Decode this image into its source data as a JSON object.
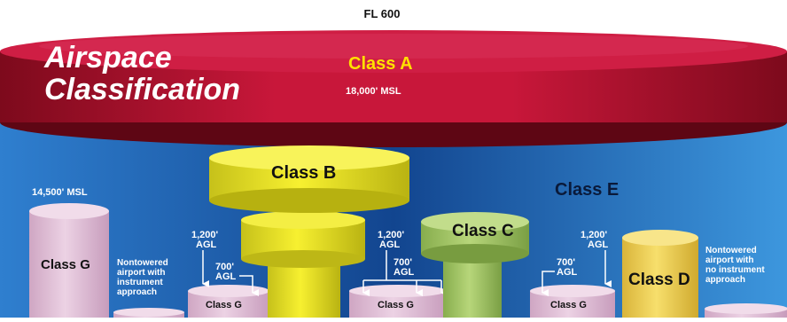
{
  "title": {
    "line1": "Airspace",
    "line2": "Classification"
  },
  "ceiling_label": "FL 600",
  "class_a": {
    "label": "Class A",
    "floor": "18,000' MSL"
  },
  "class_b": {
    "label": "Class B"
  },
  "class_c": {
    "label": "Class C"
  },
  "class_d": {
    "label": "Class D"
  },
  "class_e": {
    "label": "Class E"
  },
  "class_g": {
    "label": "Class G",
    "ceiling": "14,500' MSL"
  },
  "class_g_small": [
    {
      "label": "Class G"
    },
    {
      "label": "Class G"
    },
    {
      "label": "Class G"
    }
  ],
  "notes": {
    "nontowered_instrument": [
      "Nontowered",
      "airport with",
      "instrument",
      "approach"
    ],
    "nontowered_no_instrument": [
      "Nontowered",
      "airport with",
      "no instrument",
      "approach"
    ]
  },
  "agl_labels": [
    {
      "value": "1,200'",
      "unit": "AGL"
    },
    {
      "value": "700'",
      "unit": "AGL"
    },
    {
      "value": "1,200'",
      "unit": "AGL"
    },
    {
      "value": "700'",
      "unit": "AGL"
    },
    {
      "value": "700'",
      "unit": "AGL"
    },
    {
      "value": "1,200'",
      "unit": "AGL"
    }
  ],
  "colors": {
    "class_a": "#b5122e",
    "class_e": "#3a8fd6",
    "class_b": "#f2ea1e",
    "class_c": "#a6c86a",
    "class_d": "#f2d55a",
    "class_g": "#e3c3da"
  }
}
